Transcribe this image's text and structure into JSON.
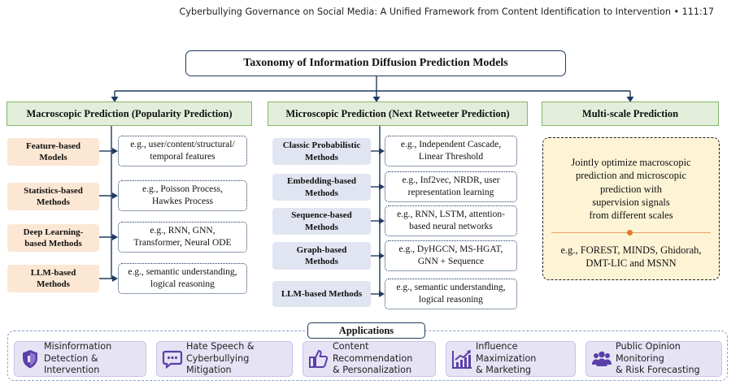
{
  "header": "Cyberbullying Governance on Social Media: A Unified Framework from Content Identification to Intervention • 111:17",
  "title": "Taxonomy of Information Diffusion Prediction Models",
  "categories": {
    "macro": "Macroscopic Prediction (Popularity Prediction)",
    "micro": "Microscopic Prediction (Next Retweeter Prediction)",
    "multi": "Multi-scale Prediction"
  },
  "macro_methods": [
    {
      "label": "Feature-based\nModels",
      "example": "e.g., user/content/structural/\ntemporal features"
    },
    {
      "label": "Statistics-based\nMethods",
      "example": "e.g., Poisson Process,\nHawkes Process"
    },
    {
      "label": "Deep Learning-\nbased Methods",
      "example": "e.g., RNN, GNN,\nTransformer, Neural ODE"
    },
    {
      "label": "LLM-based\nMethods",
      "example": "e.g., semantic understanding,\nlogical reasoning"
    }
  ],
  "micro_methods": [
    {
      "label": "Classic Probabilistic\nMethods",
      "example": "e.g., Independent Cascade,\nLinear Threshold"
    },
    {
      "label": "Embedding-based\nMethods",
      "example": "e.g., Inf2vec, NRDR, user\nrepresentation learning"
    },
    {
      "label": "Sequence-based\nMethods",
      "example": "e.g., RNN, LSTM, attention-\nbased neural networks"
    },
    {
      "label": "Graph-based\nMethods",
      "example": "e.g., DyHGCN, MS-HGAT,\nGNN + Sequence"
    },
    {
      "label": "LLM-based Methods",
      "example": "e.g., semantic understanding,\nlogical reasoning"
    }
  ],
  "multi_scale": {
    "description": "Jointly optimize macroscopic\nprediction and microscopic\nprediction with\nsupervision signals\nfrom different scales",
    "examples": "e.g., FOREST, MINDS, Ghidorah,\nDMT-LIC and MSNN"
  },
  "applications": {
    "title": "Applications",
    "items": [
      {
        "label": "Misinformation\nDetection & Intervention",
        "icon": "shield-icon"
      },
      {
        "label": "Hate Speech &\nCyberbullying Mitigation",
        "icon": "speech-bubble-icon"
      },
      {
        "label": "Content Recommendation\n& Personalization",
        "icon": "thumbs-up-icon"
      },
      {
        "label": "Influence Maximization\n& Marketing",
        "icon": "growth-chart-icon"
      },
      {
        "label": "Public Opinion Monitoring\n& Risk Forecasting",
        "icon": "people-icon"
      }
    ]
  },
  "colors": {
    "category_fill": "#e2eeda",
    "category_border": "#86b36a",
    "macro_method_fill": "#fce7d4",
    "micro_method_fill": "#e1e5f1",
    "multi_scale_fill": "#fdf4d5",
    "application_fill": "#e6e3f4",
    "icon_color": "#5b3fa8",
    "line_color": "#1f3a5f"
  }
}
